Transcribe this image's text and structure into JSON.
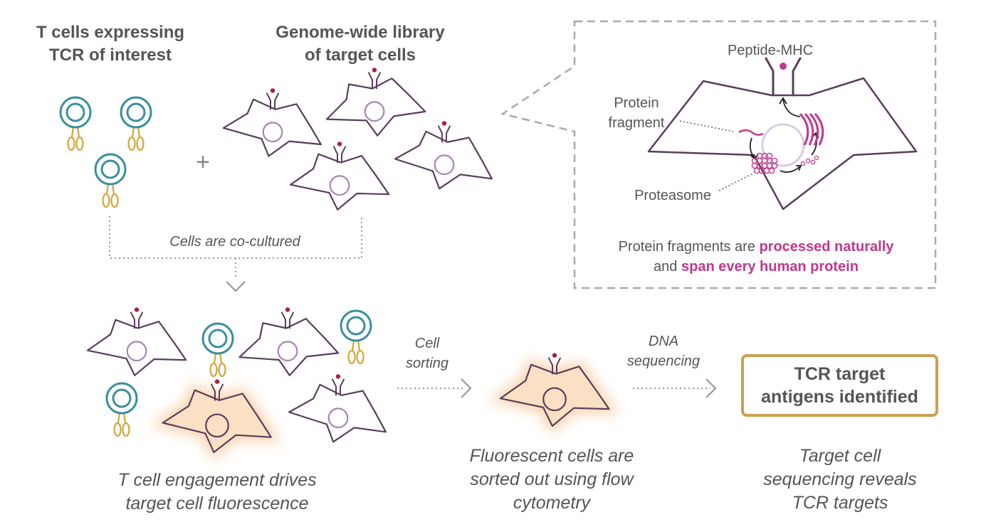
{
  "title_tcells": [
    "T cells expressing",
    "TCR of interest"
  ],
  "title_library": [
    "Genome-wide library",
    "of target cells"
  ],
  "plus_sign": "+",
  "coculture_label": "Cells are co-cultured",
  "inset": {
    "peptide_mhc": "Peptide-MHC",
    "protein_fragment": [
      "Protein",
      "fragment"
    ],
    "proteasome": "Proteasome",
    "caption_line1_plain": "Protein fragments are ",
    "caption_line1_highlight": "processed naturally",
    "caption_line2_plain": "and ",
    "caption_line2_highlight": "span every human protein"
  },
  "cell_sorting_label": [
    "Cell",
    "sorting"
  ],
  "dna_sequencing_label": [
    "DNA",
    "sequencing"
  ],
  "result_box": [
    "TCR target",
    "antigens identified"
  ],
  "caption_engagement": [
    "T cell engagement drives",
    "target cell fluorescence"
  ],
  "caption_sorted": [
    "Fluorescent cells are",
    "sorted out using flow",
    "cytometry"
  ],
  "caption_sequencing": [
    "Target cell",
    "sequencing reveals",
    "TCR targets"
  ],
  "colors": {
    "cell_outline": "#5a3d5c",
    "nucleus": "#a684b8",
    "tcell_ring": "#3a8fa0",
    "tcell_tcr": "#d4a63b",
    "dot": "#a8203c",
    "magenta": "#c2378d",
    "glow": "#f7d0a8",
    "gray_line": "#999999",
    "box_gold": "#c9a24b"
  }
}
